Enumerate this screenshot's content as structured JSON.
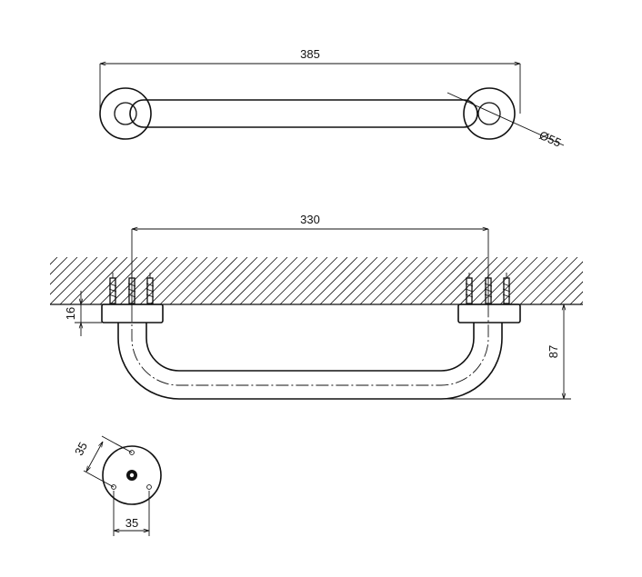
{
  "dimensions": {
    "overall_length": "385",
    "flange_diameter": "Ø55",
    "mounting_centers": "330",
    "flange_thickness": "16",
    "projection": "87",
    "hole_offset_vertical": "35",
    "hole_offset_horizontal": "35"
  },
  "colors": {
    "line": "#111111",
    "background": "#ffffff"
  }
}
